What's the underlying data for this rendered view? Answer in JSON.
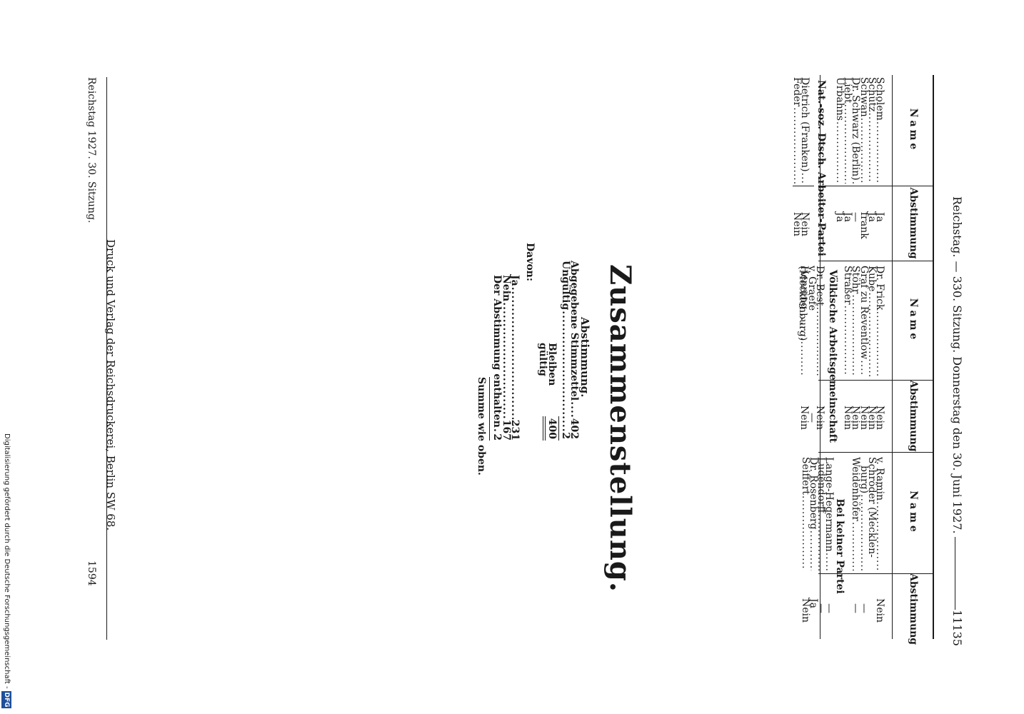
{
  "running_head": {
    "left": "Reichstag. — 330. Sitzung. Donnerstag den 30. Juni 1927.",
    "page_number": "11135"
  },
  "table": {
    "col_headers": {
      "name": "Name",
      "vote": "Abstimmung"
    },
    "column1": {
      "rows": [
        {
          "name": "Scholem",
          "vote": "Ja"
        },
        {
          "name": "Schütz",
          "vote": "Ja"
        },
        {
          "name": "Schwan",
          "vote": "frank"
        },
        {
          "name": "Dr. Schwarz (Berlin)",
          "vote": "—"
        },
        {
          "name": "Liebt",
          "vote": "Ja"
        },
        {
          "name": "Urbahns",
          "vote": "Ja"
        }
      ],
      "party_heading": "Nat.-soz. Dtsch. Arbeiter-Partei",
      "rows2": [
        {
          "name": "Dietrich (Franken)",
          "vote": "Nein"
        },
        {
          "name": "Feder",
          "vote": "Nein"
        }
      ]
    },
    "column2": {
      "rows": [
        {
          "name": "Dr. Frick",
          "vote": "Nein"
        },
        {
          "name": "Kube",
          "vote": "Nein"
        },
        {
          "name": "Graf zu Reventlow",
          "vote": "Nein"
        },
        {
          "name": "Stöhr",
          "vote": "Nein"
        },
        {
          "name": "Straßer",
          "vote": "Nein"
        }
      ],
      "party_heading": "Völkische Arbeitsgemeinschaft",
      "rows2": [
        {
          "name": "Dr. Best",
          "vote": "Nein"
        },
        {
          "name": "v. Graefe (Mecklenburg)",
          "vote": "—"
        },
        {
          "name": "Henning",
          "vote": "Nein"
        }
      ]
    },
    "column3": {
      "rows": [
        {
          "name": "v. Ramin",
          "vote": "Nein"
        },
        {
          "name": "Schröder (Mecklen-",
          "vote": ""
        },
        {
          "name": "burg)",
          "vote": "—"
        },
        {
          "name": "Weidenhöfer",
          "vote": "—"
        }
      ],
      "party_heading": "Bei keiner Partei",
      "rows2": [
        {
          "name": "Lange-Hegermann",
          "vote": "—"
        },
        {
          "name": "Ludendorff",
          "vote": "—"
        },
        {
          "name": "Dr. Rosenberg",
          "vote": "Ja"
        },
        {
          "name": "Seiffert",
          "vote": "Nein"
        }
      ]
    }
  },
  "summary": {
    "title": "Zusammenstellung.",
    "subtitle": "Abstimmung.",
    "lines": [
      {
        "label": "Abgegebene Stimmzettel",
        "value": "402"
      },
      {
        "label": "Ungültig",
        "value": "2"
      }
    ],
    "valid": {
      "label": "Bleiben gültig",
      "value": "400"
    },
    "davon": "Davon:",
    "breakdown": [
      {
        "label": "Ja",
        "value": "231"
      },
      {
        "label": "Nein",
        "value": "167"
      },
      {
        "label": "Der Abstimmung enthalten",
        "value": "2"
      }
    ],
    "closing": "Summe wie oben."
  },
  "imprint": "Druck und Verlag der Reichsdruckerei, Berlin SW 68.",
  "footer": {
    "left": "Reichstag 1927. 30. Sitzung.",
    "right": "1594"
  },
  "watermark": {
    "text": "Digitalisierung gefördert durch die Deutsche Forschungsgemeinschaft -",
    "logo": "DFG"
  }
}
